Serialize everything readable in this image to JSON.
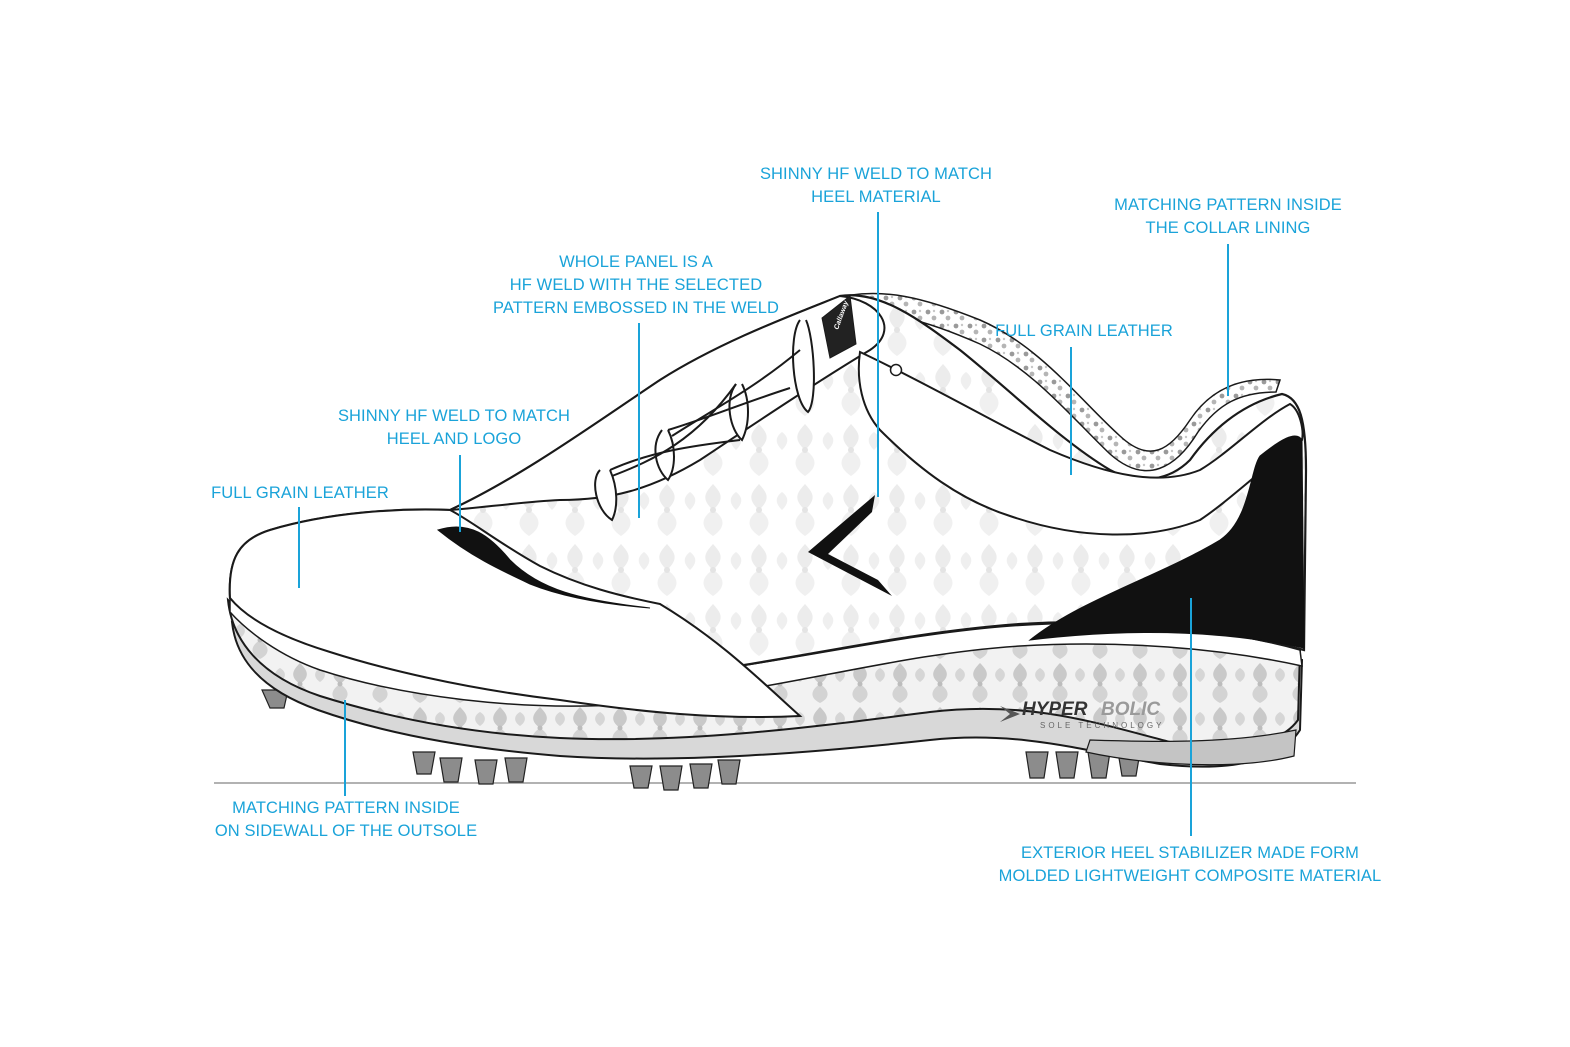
{
  "diagram": {
    "accent_color": "#1aa3d9",
    "outline_color": "#111111",
    "callouts": [
      {
        "id": "toe-leather",
        "lines": [
          "FULL GRAIN LEATHER"
        ]
      },
      {
        "id": "toe-weld",
        "lines": [
          "SHINNY HF WELD TO MATCH",
          "HEEL AND LOGO"
        ]
      },
      {
        "id": "side-panel",
        "lines": [
          "WHOLE PANEL IS A",
          "HF WELD WITH THE SELECTED",
          "PATTERN EMBOSSED IN THE WELD"
        ]
      },
      {
        "id": "logo-weld",
        "lines": [
          "SHINNY HF WELD TO MATCH",
          "HEEL MATERIAL"
        ]
      },
      {
        "id": "collar-pattern",
        "lines": [
          "MATCHING PATTERN INSIDE",
          "THE COLLAR LINING"
        ]
      },
      {
        "id": "quarter-leather",
        "lines": [
          "FULL GRAIN LEATHER"
        ]
      },
      {
        "id": "outsole-pattern",
        "lines": [
          "MATCHING PATTERN INSIDE",
          "ON SIDEWALL OF THE OUTSOLE"
        ]
      },
      {
        "id": "heel-stabilizer",
        "lines": [
          "EXTERIOR HEEL STABILIZER MADE FORM",
          "MOLDED LIGHTWEIGHT COMPOSITE MATERIAL"
        ]
      }
    ],
    "sole_logo": {
      "brand": "HYPERBOLIC",
      "brand_first": "HYPER",
      "brand_second": "BOLIC",
      "tagline": "SOLE TECHNOLOGY"
    }
  }
}
